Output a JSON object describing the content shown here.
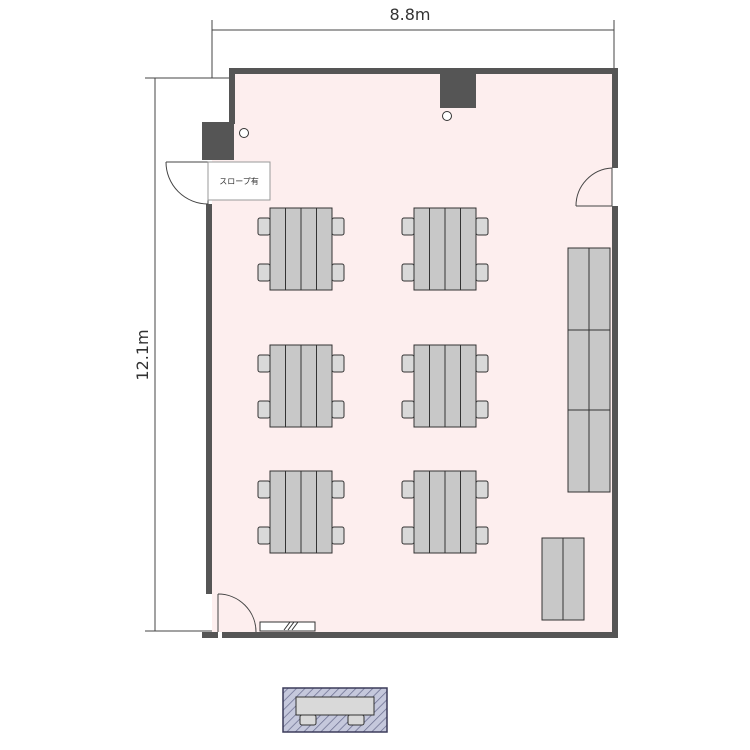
{
  "dimensions": {
    "width_label": "8.8m",
    "height_label": "12.1m"
  },
  "labels": {
    "ramp": "スロープ有"
  },
  "colors": {
    "floor": "#fdeeee",
    "wall": "#555555",
    "table": "#c8c8c8",
    "chair": "#d9d9d9",
    "outline": "#333333",
    "legend_fill": "#c5c8dc",
    "legend_stroke": "#3b3b5a"
  }
}
